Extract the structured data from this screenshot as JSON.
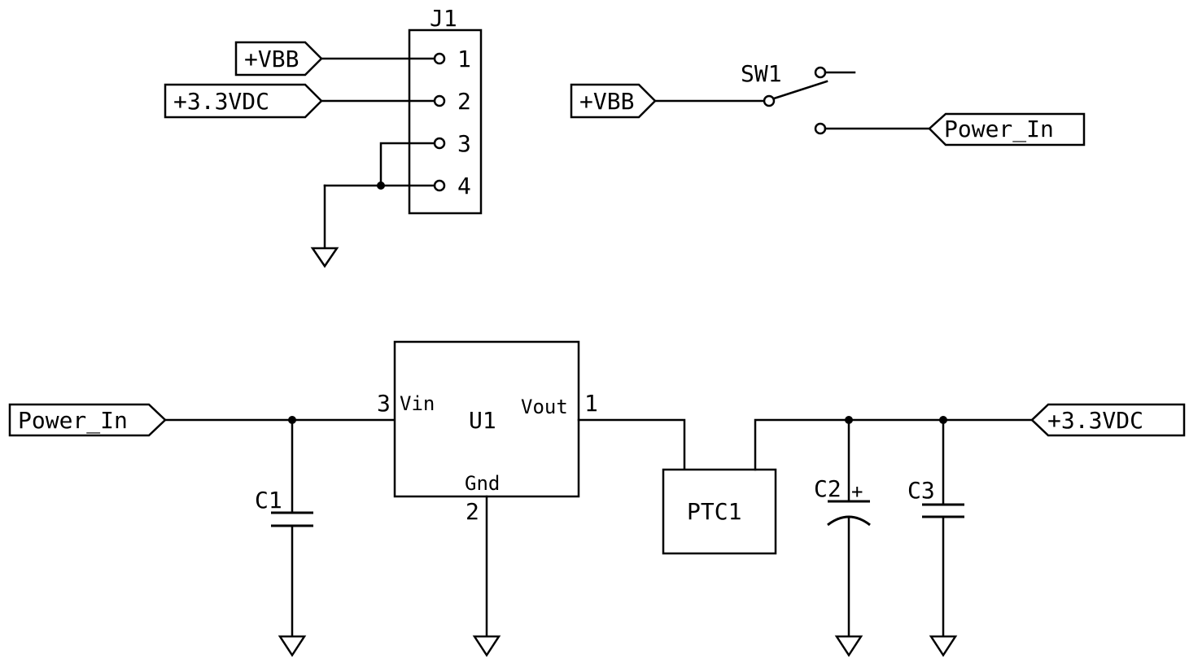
{
  "connector": {
    "ref": "J1",
    "pins": [
      "1",
      "2",
      "3",
      "4"
    ]
  },
  "ports": {
    "vbb_j1": "+VBB",
    "v33_j1": "+3.3VDC",
    "vbb_sw": "+VBB",
    "power_in_sw": "Power_In",
    "power_in_main": "Power_In",
    "v33_out": "+3.3VDC"
  },
  "switch": {
    "ref": "SW1"
  },
  "regulator": {
    "ref": "U1",
    "pin_vin_name": "Vin",
    "pin_vin_num": "3",
    "pin_vout_name": "Vout",
    "pin_vout_num": "1",
    "pin_gnd_name": "Gnd",
    "pin_gnd_num": "2"
  },
  "ptc": {
    "ref": "PTC1"
  },
  "capacitors": {
    "c1": "C1",
    "c2": "C2",
    "c2_polarity": "+",
    "c3": "C3"
  }
}
